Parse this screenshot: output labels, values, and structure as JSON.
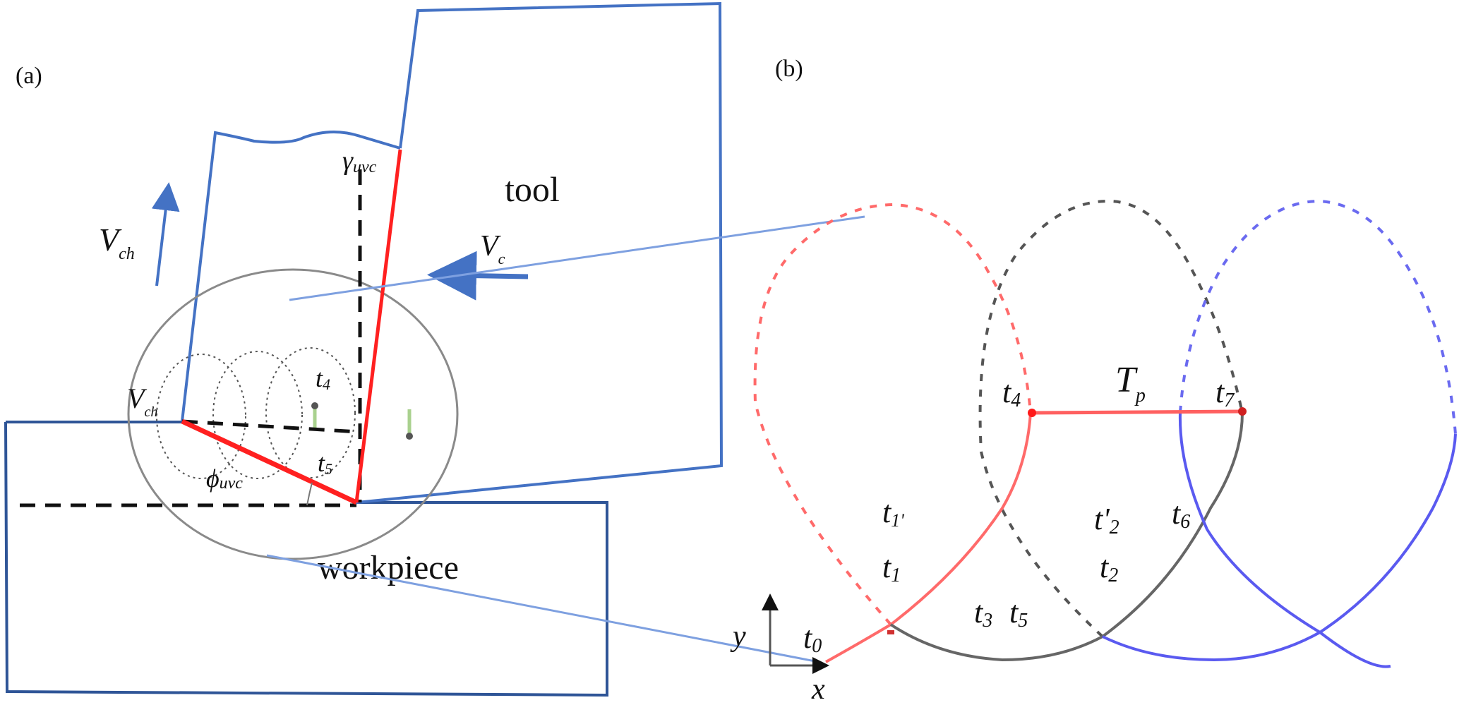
{
  "panels": {
    "a": {
      "label": "(a)",
      "tool_label": "tool",
      "workpiece_label": "workpiece",
      "symbols": {
        "v_ch_main": "V",
        "v_ch_main_sub": "ch",
        "v_c": "V",
        "v_c_sub": "c",
        "v_ch_small": "V",
        "v_ch_small_sub": "ch",
        "gamma": "γ",
        "gamma_sub": "uvc",
        "phi": "ϕ",
        "phi_sub": "uvc",
        "t4": "t",
        "t4_sub": "4",
        "t5": "t",
        "t5_sub": "5"
      }
    },
    "b": {
      "label": "(b)",
      "axis_x": "x",
      "axis_y": "y",
      "period_label": "T",
      "period_sub": "p",
      "points": [
        {
          "name": "t",
          "sub": "0"
        },
        {
          "name": "t",
          "sub": "1"
        },
        {
          "name": "t",
          "sub": "1'"
        },
        {
          "name": "t",
          "sub": "2"
        },
        {
          "name": "t'",
          "sub": "2"
        },
        {
          "name": "t",
          "sub": "3"
        },
        {
          "name": "t",
          "sub": "5"
        },
        {
          "name": "t",
          "sub": "4"
        },
        {
          "name": "t",
          "sub": "6"
        },
        {
          "name": "t",
          "sub": "7"
        }
      ]
    }
  },
  "colors": {
    "blue": "#4472c4",
    "dark_blue": "#2f5597",
    "red": "#ff2020",
    "light_red": "#ff7070",
    "gray": "#707070",
    "traj_blue": "#5a5af0",
    "green": "#a9d18e"
  }
}
